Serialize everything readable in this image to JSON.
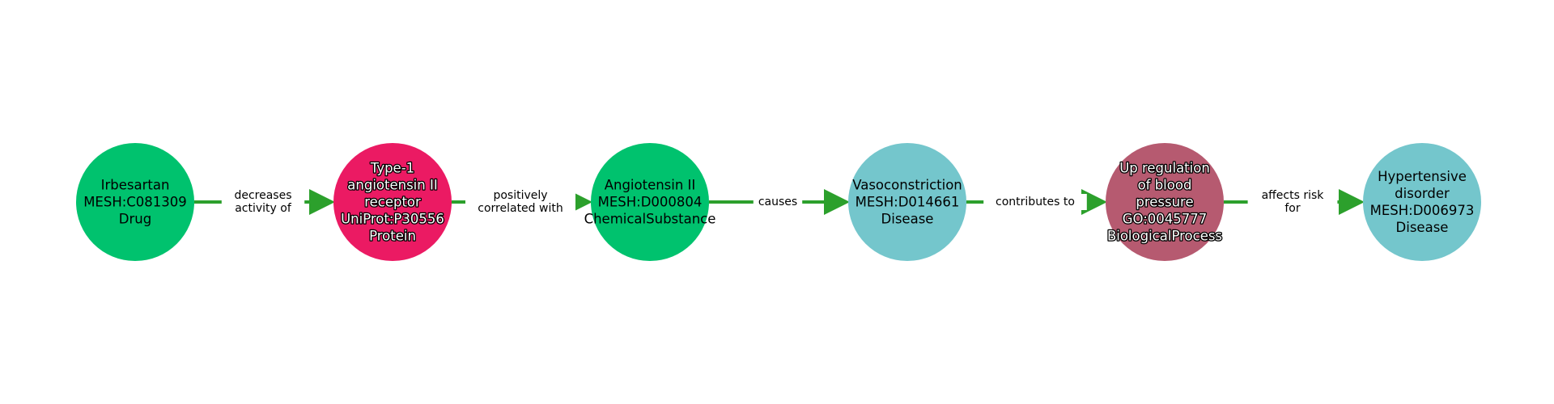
{
  "diagram": {
    "edge_color": "#2ca02c",
    "background": "#ffffff",
    "nodes": [
      {
        "id": "irbesartan",
        "lines": [
          "Irbesartan",
          "MESH:C081309",
          "Drug"
        ],
        "color": "#00c26e",
        "text_style": "dark"
      },
      {
        "id": "type1-angiotensin-receptor",
        "lines": [
          "Type-1",
          "angiotensin II",
          "receptor",
          "UniProt:P30556",
          "Protein"
        ],
        "color": "#eb1a63",
        "text_style": "light"
      },
      {
        "id": "angiotensin-ii",
        "lines": [
          "Angiotensin II",
          "MESH:D000804",
          "ChemicalSubstance"
        ],
        "color": "#00c26e",
        "text_style": "dark"
      },
      {
        "id": "vasoconstriction",
        "lines": [
          "Vasoconstriction",
          "MESH:D014661",
          "Disease"
        ],
        "color": "#74c6cc",
        "text_style": "dark"
      },
      {
        "id": "up-regulation-blood-pressure",
        "lines": [
          "Up regulation",
          "of blood",
          "pressure",
          "GO:0045777",
          "BiologicalProcess"
        ],
        "color": "#b65a70",
        "text_style": "light"
      },
      {
        "id": "hypertensive-disorder",
        "lines": [
          "Hypertensive",
          "disorder",
          "MESH:D006973",
          "Disease"
        ],
        "color": "#74c6cc",
        "text_style": "dark"
      }
    ],
    "edges": [
      {
        "from": 0,
        "to": 1,
        "lines": [
          "decreases",
          "activity of"
        ]
      },
      {
        "from": 1,
        "to": 2,
        "lines": [
          "positively",
          "correlated with"
        ]
      },
      {
        "from": 2,
        "to": 3,
        "lines": [
          "causes"
        ]
      },
      {
        "from": 3,
        "to": 4,
        "lines": [
          "contributes to"
        ]
      },
      {
        "from": 4,
        "to": 5,
        "lines": [
          "affects risk",
          "for"
        ]
      }
    ]
  }
}
